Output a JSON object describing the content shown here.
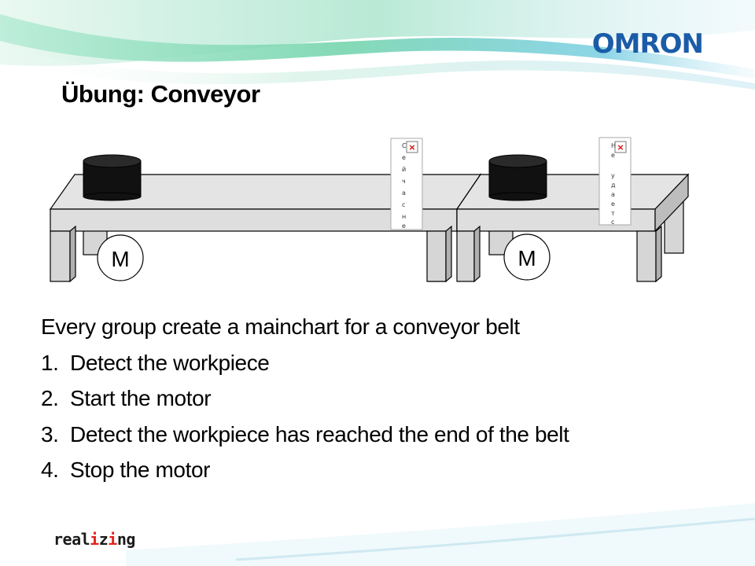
{
  "brand": {
    "logo_text": "OMRON",
    "logo_color": "#1a5ca8"
  },
  "slide": {
    "title": "Übung: Conveyor"
  },
  "diagram": {
    "motor_left_label": "M",
    "motor_right_label": "M",
    "popup_left_text": "Сейчас не",
    "popup_right_text": "Не удается",
    "popup_close_glyph": "×"
  },
  "content": {
    "intro": "Every group create a mainchart for a conveyor belt",
    "steps": [
      {
        "num": "1.",
        "text": "Detect the workpiece"
      },
      {
        "num": "2.",
        "text": "Start the motor"
      },
      {
        "num": "3.",
        "text": "Detect the workpiece has reached the end of the belt"
      },
      {
        "num": "4.",
        "text": "Stop the motor"
      }
    ]
  },
  "footer": {
    "tagline_part1": "real",
    "tagline_accent": "i",
    "tagline_part2": "z",
    "tagline_accent2": "i",
    "tagline_part3": "ng"
  },
  "colors": {
    "accent_red": "#e2231a",
    "swoosh_green": "#6fd3a8",
    "swoosh_blue": "#5cc3dc"
  }
}
